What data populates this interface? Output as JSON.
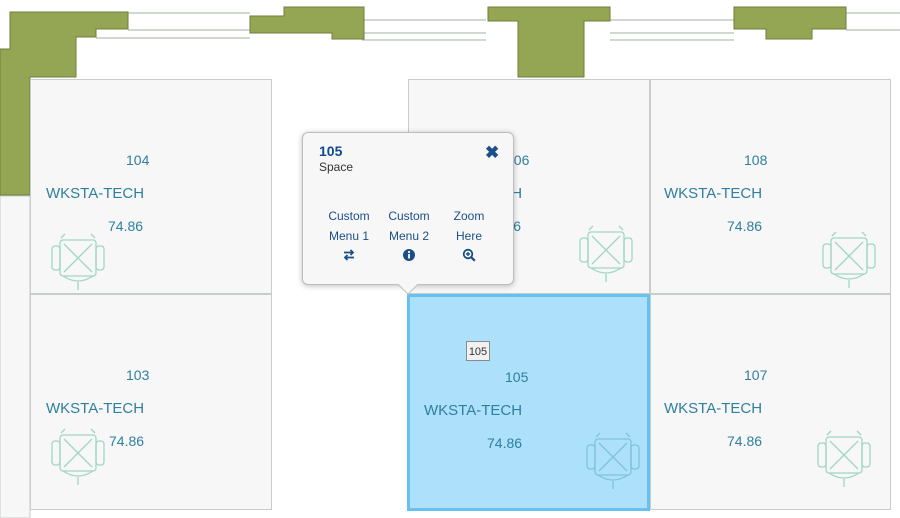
{
  "colors": {
    "wall": "#94a653",
    "room_fill": "#f7f7f7",
    "selected_fill": "#ade0fa",
    "selected_border": "#66c0f0",
    "label": "#2f7f9f",
    "popup_title": "#104a8e"
  },
  "rooms": [
    {
      "id": "104",
      "type": "WKSTA-TECH",
      "area": "74.86"
    },
    {
      "id": "103",
      "type": "WKSTA-TECH",
      "area": "74.86"
    },
    {
      "id": "106",
      "type": "WKSTA-TECH",
      "area": "74.86"
    },
    {
      "id": "105",
      "type": "WKSTA-TECH",
      "area": "74.86",
      "selected": true
    },
    {
      "id": "108",
      "type": "WKSTA-TECH",
      "area": "74.86"
    },
    {
      "id": "107",
      "type": "WKSTA-TECH",
      "area": "74.86"
    }
  ],
  "hover_tag": "105",
  "popup": {
    "title": "105",
    "subtitle": "Space",
    "close_icon": "close-icon",
    "buttons": [
      {
        "line1": "Custom",
        "line2": "Menu 1",
        "icon": "swap-arrows-icon"
      },
      {
        "line1": "Custom",
        "line2": "Menu 2",
        "icon": "info-circle-icon"
      },
      {
        "line1": "Zoom",
        "line2": "Here",
        "icon": "zoom-in-icon"
      }
    ]
  }
}
